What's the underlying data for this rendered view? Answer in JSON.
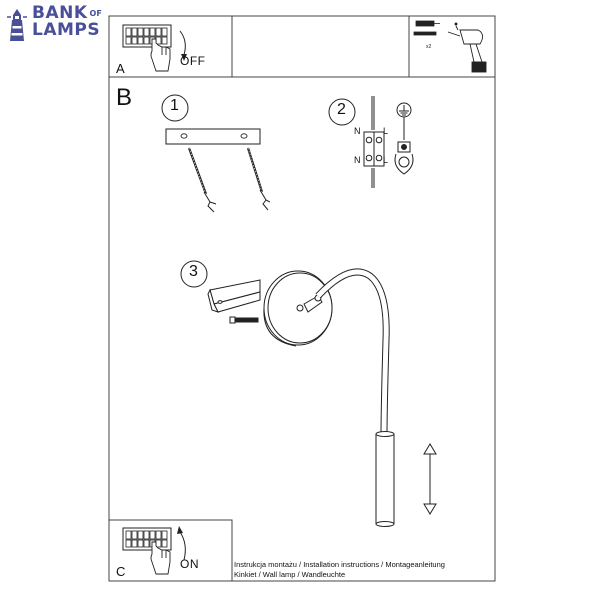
{
  "logo": {
    "line1": "BANK",
    "of": "OF",
    "line2": "LAMPS"
  },
  "panels": {
    "a": {
      "label": "A",
      "switch_text": "OFF"
    },
    "b": {
      "label": "B",
      "steps": [
        "1",
        "2",
        "3"
      ]
    },
    "c": {
      "label": "C",
      "switch_text": "ON"
    }
  },
  "wiring": {
    "n_top": "N",
    "l_top": "L",
    "n_bottom": "N",
    "l_bottom": "L"
  },
  "footer": {
    "line1": "Instrukcja montażu / Installation instructions / Montageanleitung",
    "line2": "Kinkiet  / Wall lamp / Wandleuchte"
  },
  "colors": {
    "logo": "#4a4f9a",
    "line": "#222222",
    "frame": "#444444"
  }
}
